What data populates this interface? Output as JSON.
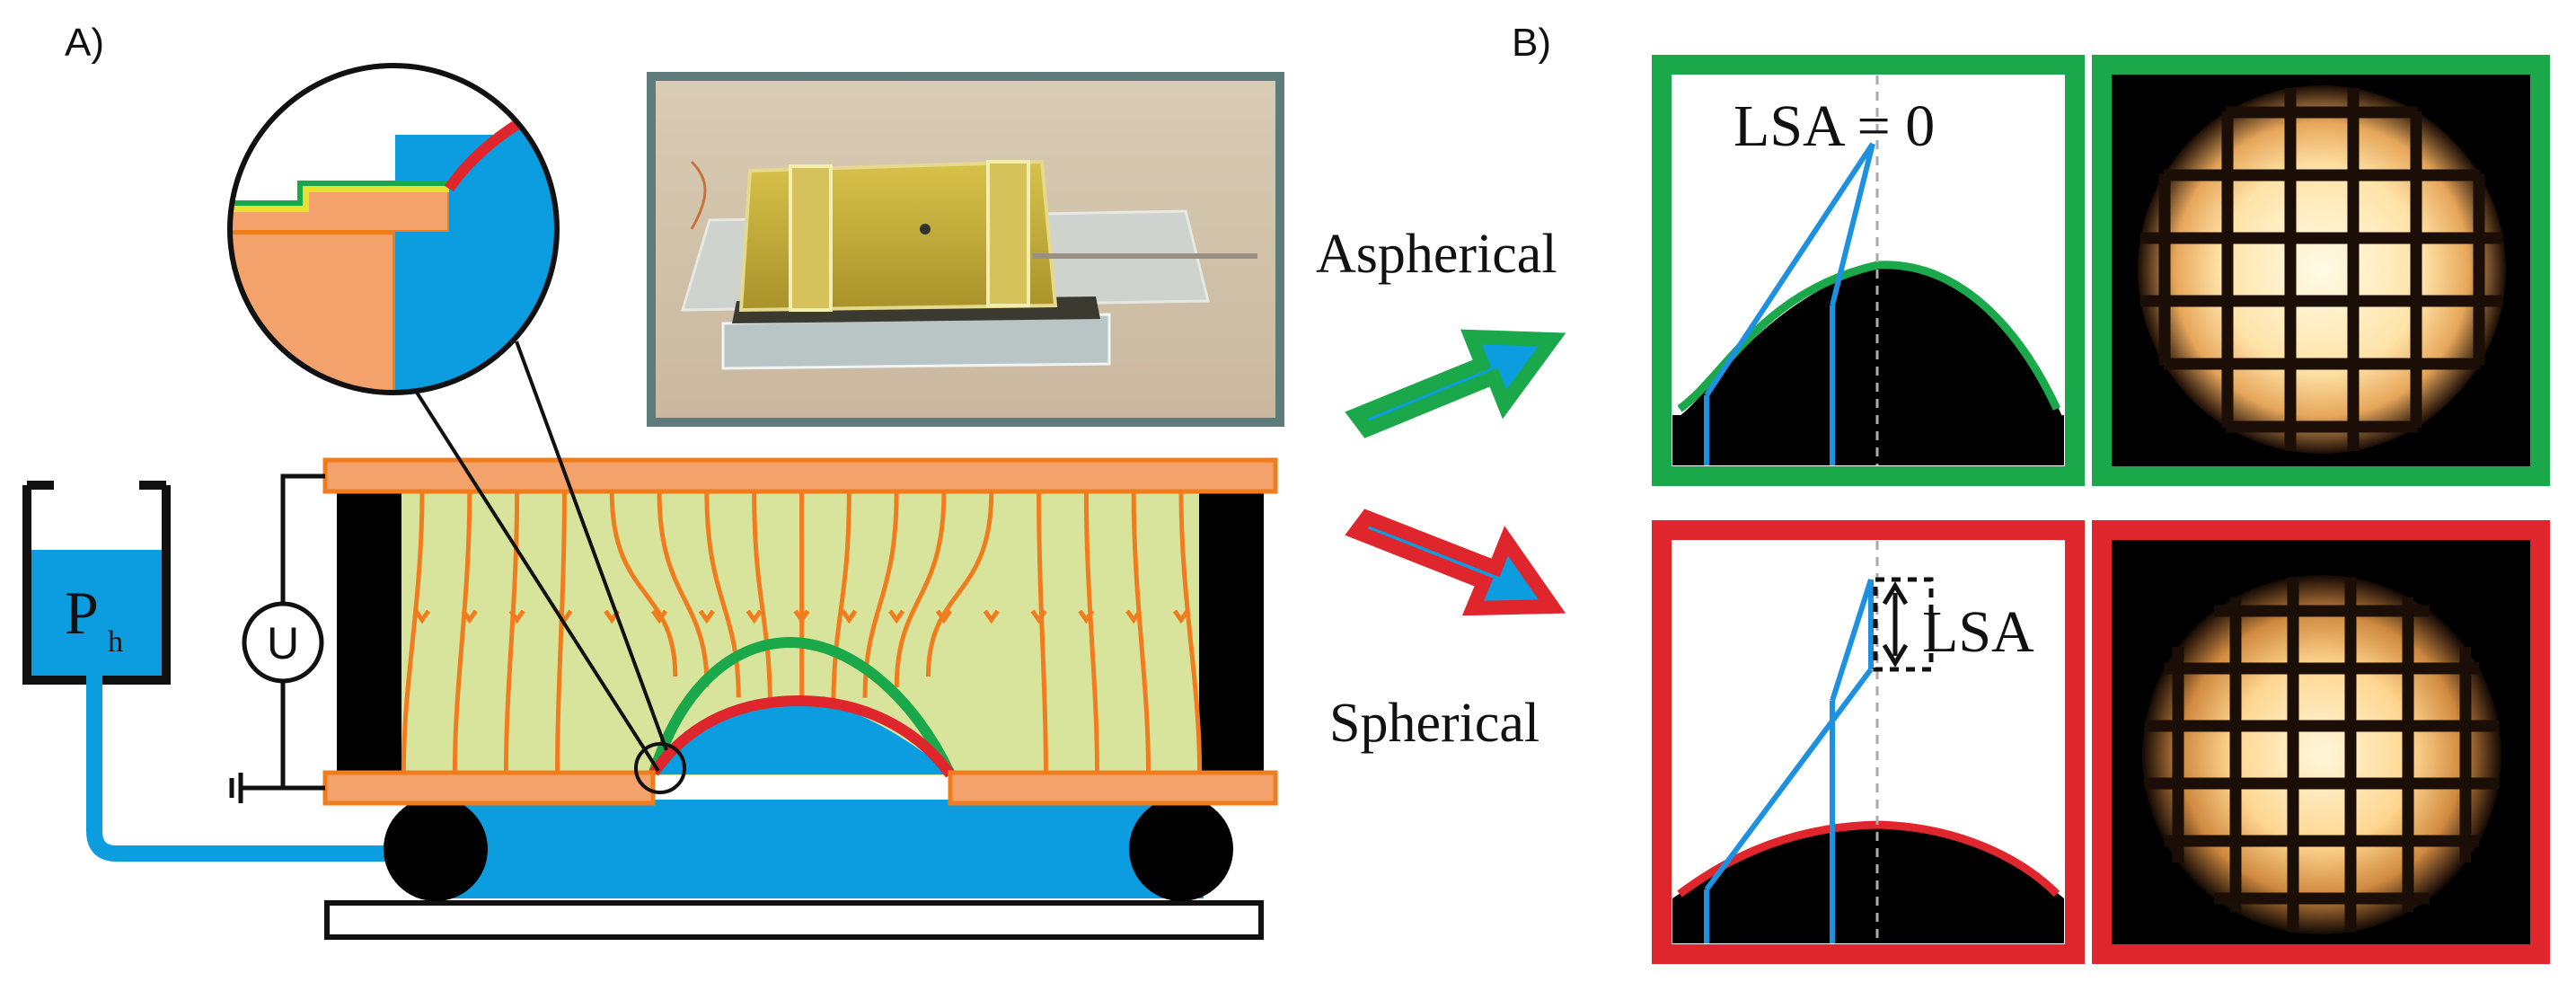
{
  "panels": {
    "a_label": "A)",
    "b_label": "B)"
  },
  "schematic": {
    "pressure_label": "P",
    "pressure_subscript": "h",
    "voltage_label": "U",
    "field_line_count": 17
  },
  "results": {
    "aspherical_label": "Aspherical",
    "spherical_label": "Spherical",
    "lsa_zero_label": "LSA = 0",
    "lsa_label": "LSA"
  },
  "colors": {
    "water_blue": "#0b9de0",
    "electrode_orange": "#f2a26a",
    "electrode_stroke": "#f07c1e",
    "dielectric_yellow": "#d8e49c",
    "aspherical_green": "#1aa84b",
    "spherical_red": "#e0262d",
    "photo_frame": "#5f7a7a",
    "line_blue": "#1e90e0"
  }
}
